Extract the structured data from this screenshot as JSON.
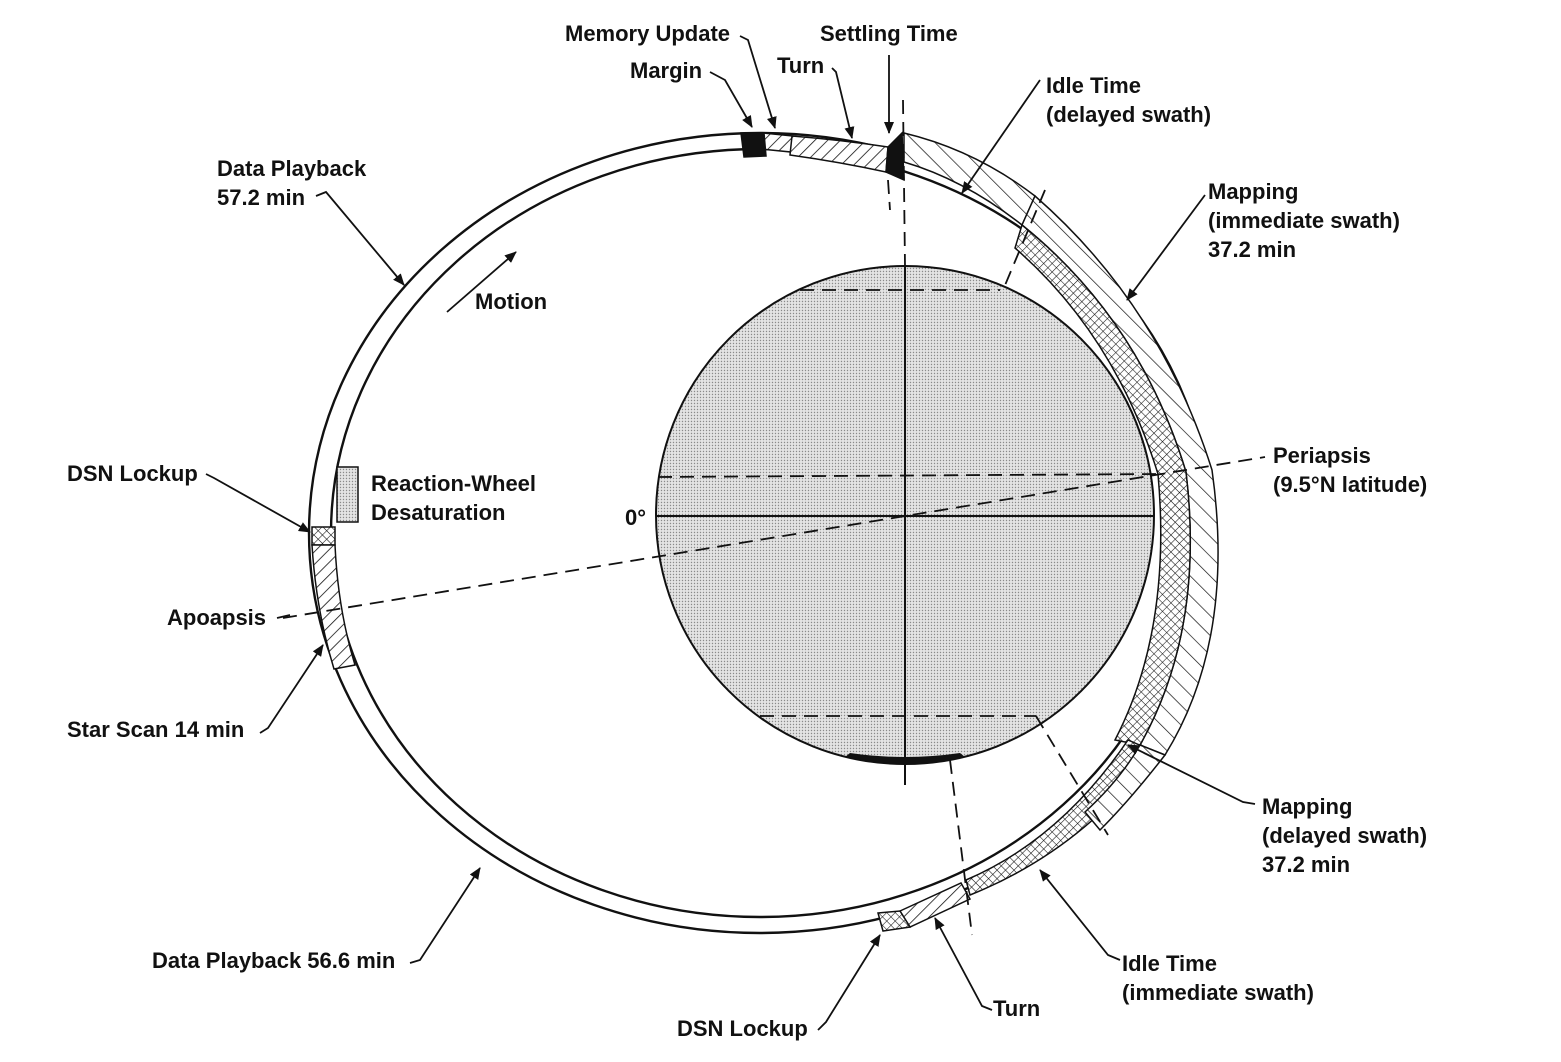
{
  "labels": {
    "memory_update": "Memory Update",
    "settling_time": "Settling Time",
    "margin": "Margin",
    "turn_top": "Turn",
    "idle_delayed": [
      "Idle Time",
      "(delayed swath)"
    ],
    "data_playback_top": [
      "Data Playback",
      "57.2 min"
    ],
    "mapping_immediate": [
      "Mapping",
      "(immediate swath)",
      "37.2 min"
    ],
    "motion": "Motion",
    "dsn_lockup_left": "DSN Lockup",
    "reaction_wheel": [
      "Reaction-Wheel",
      "Desaturation"
    ],
    "zero_deg": "0°",
    "periapsis": [
      "Periapsis",
      "(9.5°N latitude)"
    ],
    "apoapsis": "Apoapsis",
    "star_scan": "Star Scan 14 min",
    "mapping_delayed": [
      "Mapping",
      "(delayed swath)",
      "37.2 min"
    ],
    "data_playback_bottom": "Data Playback 56.6 min",
    "idle_immediate": [
      "Idle Time",
      "(immediate swath)"
    ],
    "turn_bottom": "Turn",
    "dsn_lockup_bottom": "DSN Lockup"
  },
  "colors": {
    "ink": "#111111",
    "planet_fill": "#d6d6d6",
    "background": "#ffffff"
  }
}
